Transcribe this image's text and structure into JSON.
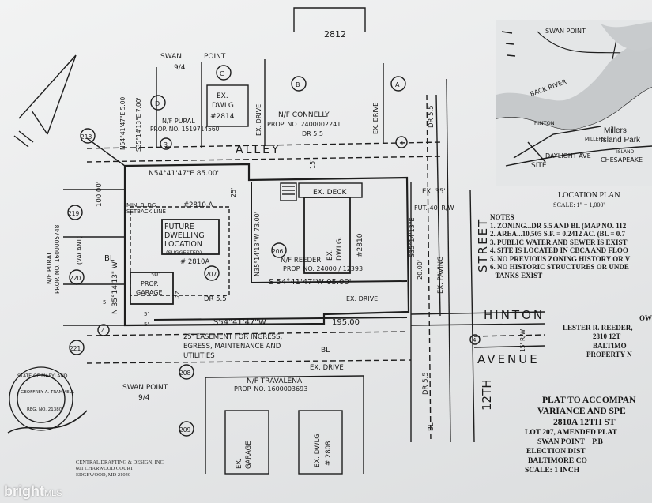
{
  "sheet": {
    "top_lot": "2812",
    "swan_point_top": [
      "SWAN",
      "POINT",
      "9/4"
    ],
    "ex_dwlg_2814": [
      "EX.",
      "DWLG",
      "#2814"
    ],
    "ex_drive_upper": "EX. DRIVE",
    "ex_drive_right": "EX. DRIVE",
    "nf_connelly": "N/F CONNELLY",
    "connelly_prop": "PROP. NO. 2400002241",
    "dr55_top": "DR 5.5",
    "nf_pural_top": "N/F PURAL",
    "pural_prop_top": "PROP. NO. 1519714560",
    "bearing_top_left": "N54°41'47\"E 5.00'",
    "bearing_top_left2": "S35°14'13\"E 7.00'",
    "alley": "ALLEY",
    "line_north": "N54°41'47\"E   85.00'",
    "dim_100": "100.00'",
    "dim_15": "15'",
    "dim_25": "25'",
    "dim_5a": "5'",
    "dim_5b": "5'",
    "dim_5c": "5'",
    "dim_30": "30'",
    "dim_22": "22'",
    "min_bldg": [
      "MIN. BLDG.",
      "SETBACK LINE"
    ],
    "lot_2810a": "#2810-A",
    "future_dwelling": [
      "FUTURE",
      "DWELLING",
      "LOCATION",
      "(SUGGESTED)",
      "# 2810A"
    ],
    "ex_deck": "EX. DECK",
    "ex_35": "EX. 35'",
    "fut_40_rw": "FUT. 40' R/W",
    "ex_dwlg_2810": [
      "EX.",
      "DWLG.",
      "#2810"
    ],
    "n35_inner": "N35°14'13\"W  73.00'",
    "lot_206": "206",
    "lot_207": "207",
    "lot_208": "208",
    "lot_209": "209",
    "lot_218": "218",
    "lot_219": "219",
    "lot_220": "220",
    "lot_221": "221",
    "nf_reeder": "N/F REEDER",
    "reeder_prop": "PROP. NO. 24000 / 12393",
    "s54_inner": "S 54°41'47\"W    05.00'",
    "ex_drive_mid": "EX. DRIVE",
    "prop_garage": [
      "PROP.",
      "GARAGE"
    ],
    "n35_left": "N 35°14'13\" W",
    "bl": "BL",
    "dr55_mid": "DR 5.5",
    "nf_pural_left": "N/F PURAL",
    "pural_prop_left": "PROP. NO. 1600005748",
    "vacant": "(VACANT)",
    "s54_bottom": "S54°41'47\"W",
    "dim_195": "195.00",
    "easement": [
      "25' EASEMENT FOR INGRESS,",
      "EGRESS, MAINTENANCE AND",
      "UTILITIES"
    ],
    "bl_lower": "BL",
    "ex_drive_lower": "EX. DRIVE",
    "nf_travalena": "N/F TRAVALENA",
    "travalena_prop": "PROP. NO. 1600003693",
    "swan_point_bottom": [
      "SWAN POINT",
      "9/4"
    ],
    "ex_garage": [
      "EX.",
      "GARAGE"
    ],
    "ex_dwlg_2808": [
      "EX. DWLG",
      "# 2808"
    ],
    "s35_right": "S35°14'13\"E",
    "dim_20": "20.00'",
    "ex_paving": "EX. PAVING",
    "street": "STREET",
    "twelfth": "12TH",
    "hinton": "HINTON",
    "avenue": "AVENUE",
    "dim_15rw": "15' R/W",
    "dr55_street": "DR 5.5",
    "dr55_street2": "DR 5.5",
    "bl_street": "BL",
    "circle_3": "3",
    "circle_4": "4",
    "circle_1": "1",
    "circle_2": "2",
    "lot_a": "A",
    "lot_b": "B",
    "lot_c": "C",
    "lot_d": "D",
    "seal": [
      "STATE OF MARYLAND",
      "GEOFFREY A. TRAMMELL",
      "REG. NO. 21380"
    ]
  },
  "location_plan": {
    "swan_point": "SWAN POINT",
    "back_river": "BACK RIVER",
    "hinton": "HINTON",
    "millers_island_park": [
      "Millers",
      "Island Park"
    ],
    "millers_island": [
      "MILLERS",
      "ISLAND"
    ],
    "daylight_ave": "DAYLIGHT AVE",
    "chesapeake": "CHESAPEAKE",
    "site": "SITE",
    "title": "LOCATION PLAN",
    "scale": "SCALE: 1\" = 1,000'"
  },
  "notes": {
    "heading": "NOTES",
    "items": [
      "1. ZONING...DR 5.5 AND BL (MAP NO. 112",
      "2. AREA...10,505 S.F. = 0.2412 AC. (BL = 0.7",
      "3. PUBLIC WATER AND SEWER IS EXIST",
      "4. SITE IS LOCATED IN CBCA AND FLOO",
      "5. NO PREVIOUS ZONING HISTORY OR V",
      "6. NO HISTORIC STRUCTURES OR UNDE",
      "   TANKS EXIST"
    ]
  },
  "owner": {
    "label": "OW",
    "name": "LESTER R. REEDER,",
    "address": "2810 12T",
    "city": "BALTIMO",
    "property": "PROPERTY N"
  },
  "title_block": {
    "line1": "PLAT TO ACCOMPAN",
    "line2": "VARIANCE AND SPE",
    "line3": "2810A 12TH ST",
    "line4": "LOT 207, AMENDED PLAT",
    "line5": "SWAN POINT    P.B",
    "line6": "ELECTION DIST",
    "line7": "BALTIMORE CO",
    "line8": "SCALE: 1 INCH"
  },
  "drafter": {
    "name": "CENTRAL DRAFTING & DESIGN, INC.",
    "street": "601 CHARWOOD COURT",
    "city": "EDGEWOOD, MD 21040"
  },
  "watermark": {
    "brand": "bright",
    "suffix": "MLS"
  }
}
